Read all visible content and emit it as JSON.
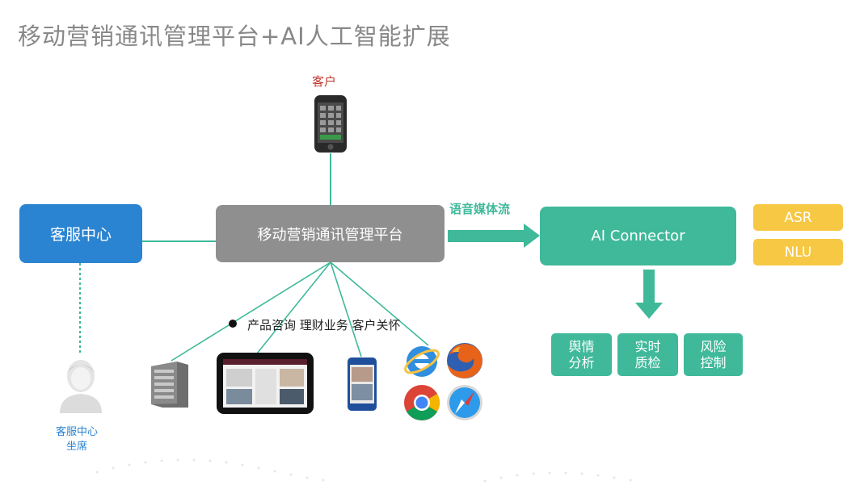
{
  "title": "移动营销通讯管理平台+AI人工智能扩展",
  "nodes": {
    "customer": "客户",
    "service_center": "客服中心",
    "platform": "移动营销通讯管理平台",
    "ai_connector": "AI Connector",
    "asr": "ASR",
    "nlu": "NLU",
    "agent_seat_line1": "客服中心",
    "agent_seat_line2": "坐席"
  },
  "edge_label": "语音媒体流",
  "bullet_text": "产品咨询 理财业务 客户关怀",
  "functions": [
    {
      "line1": "舆情",
      "line2": "分析"
    },
    {
      "line1": "实时",
      "line2": "质检"
    },
    {
      "line1": "风险",
      "line2": "控制"
    }
  ],
  "icons": [
    "phone-icon",
    "agent-person-icon",
    "server-icon",
    "tablet-icon",
    "mobile-icon",
    "ie-browser-icon",
    "firefox-browser-icon",
    "chrome-browser-icon",
    "safari-browser-icon"
  ],
  "colors": {
    "blue": "#2b84d2",
    "gray": "#8f8f8f",
    "green": "#3fb99a",
    "yellow": "#f7c843",
    "red": "#c0392b"
  }
}
